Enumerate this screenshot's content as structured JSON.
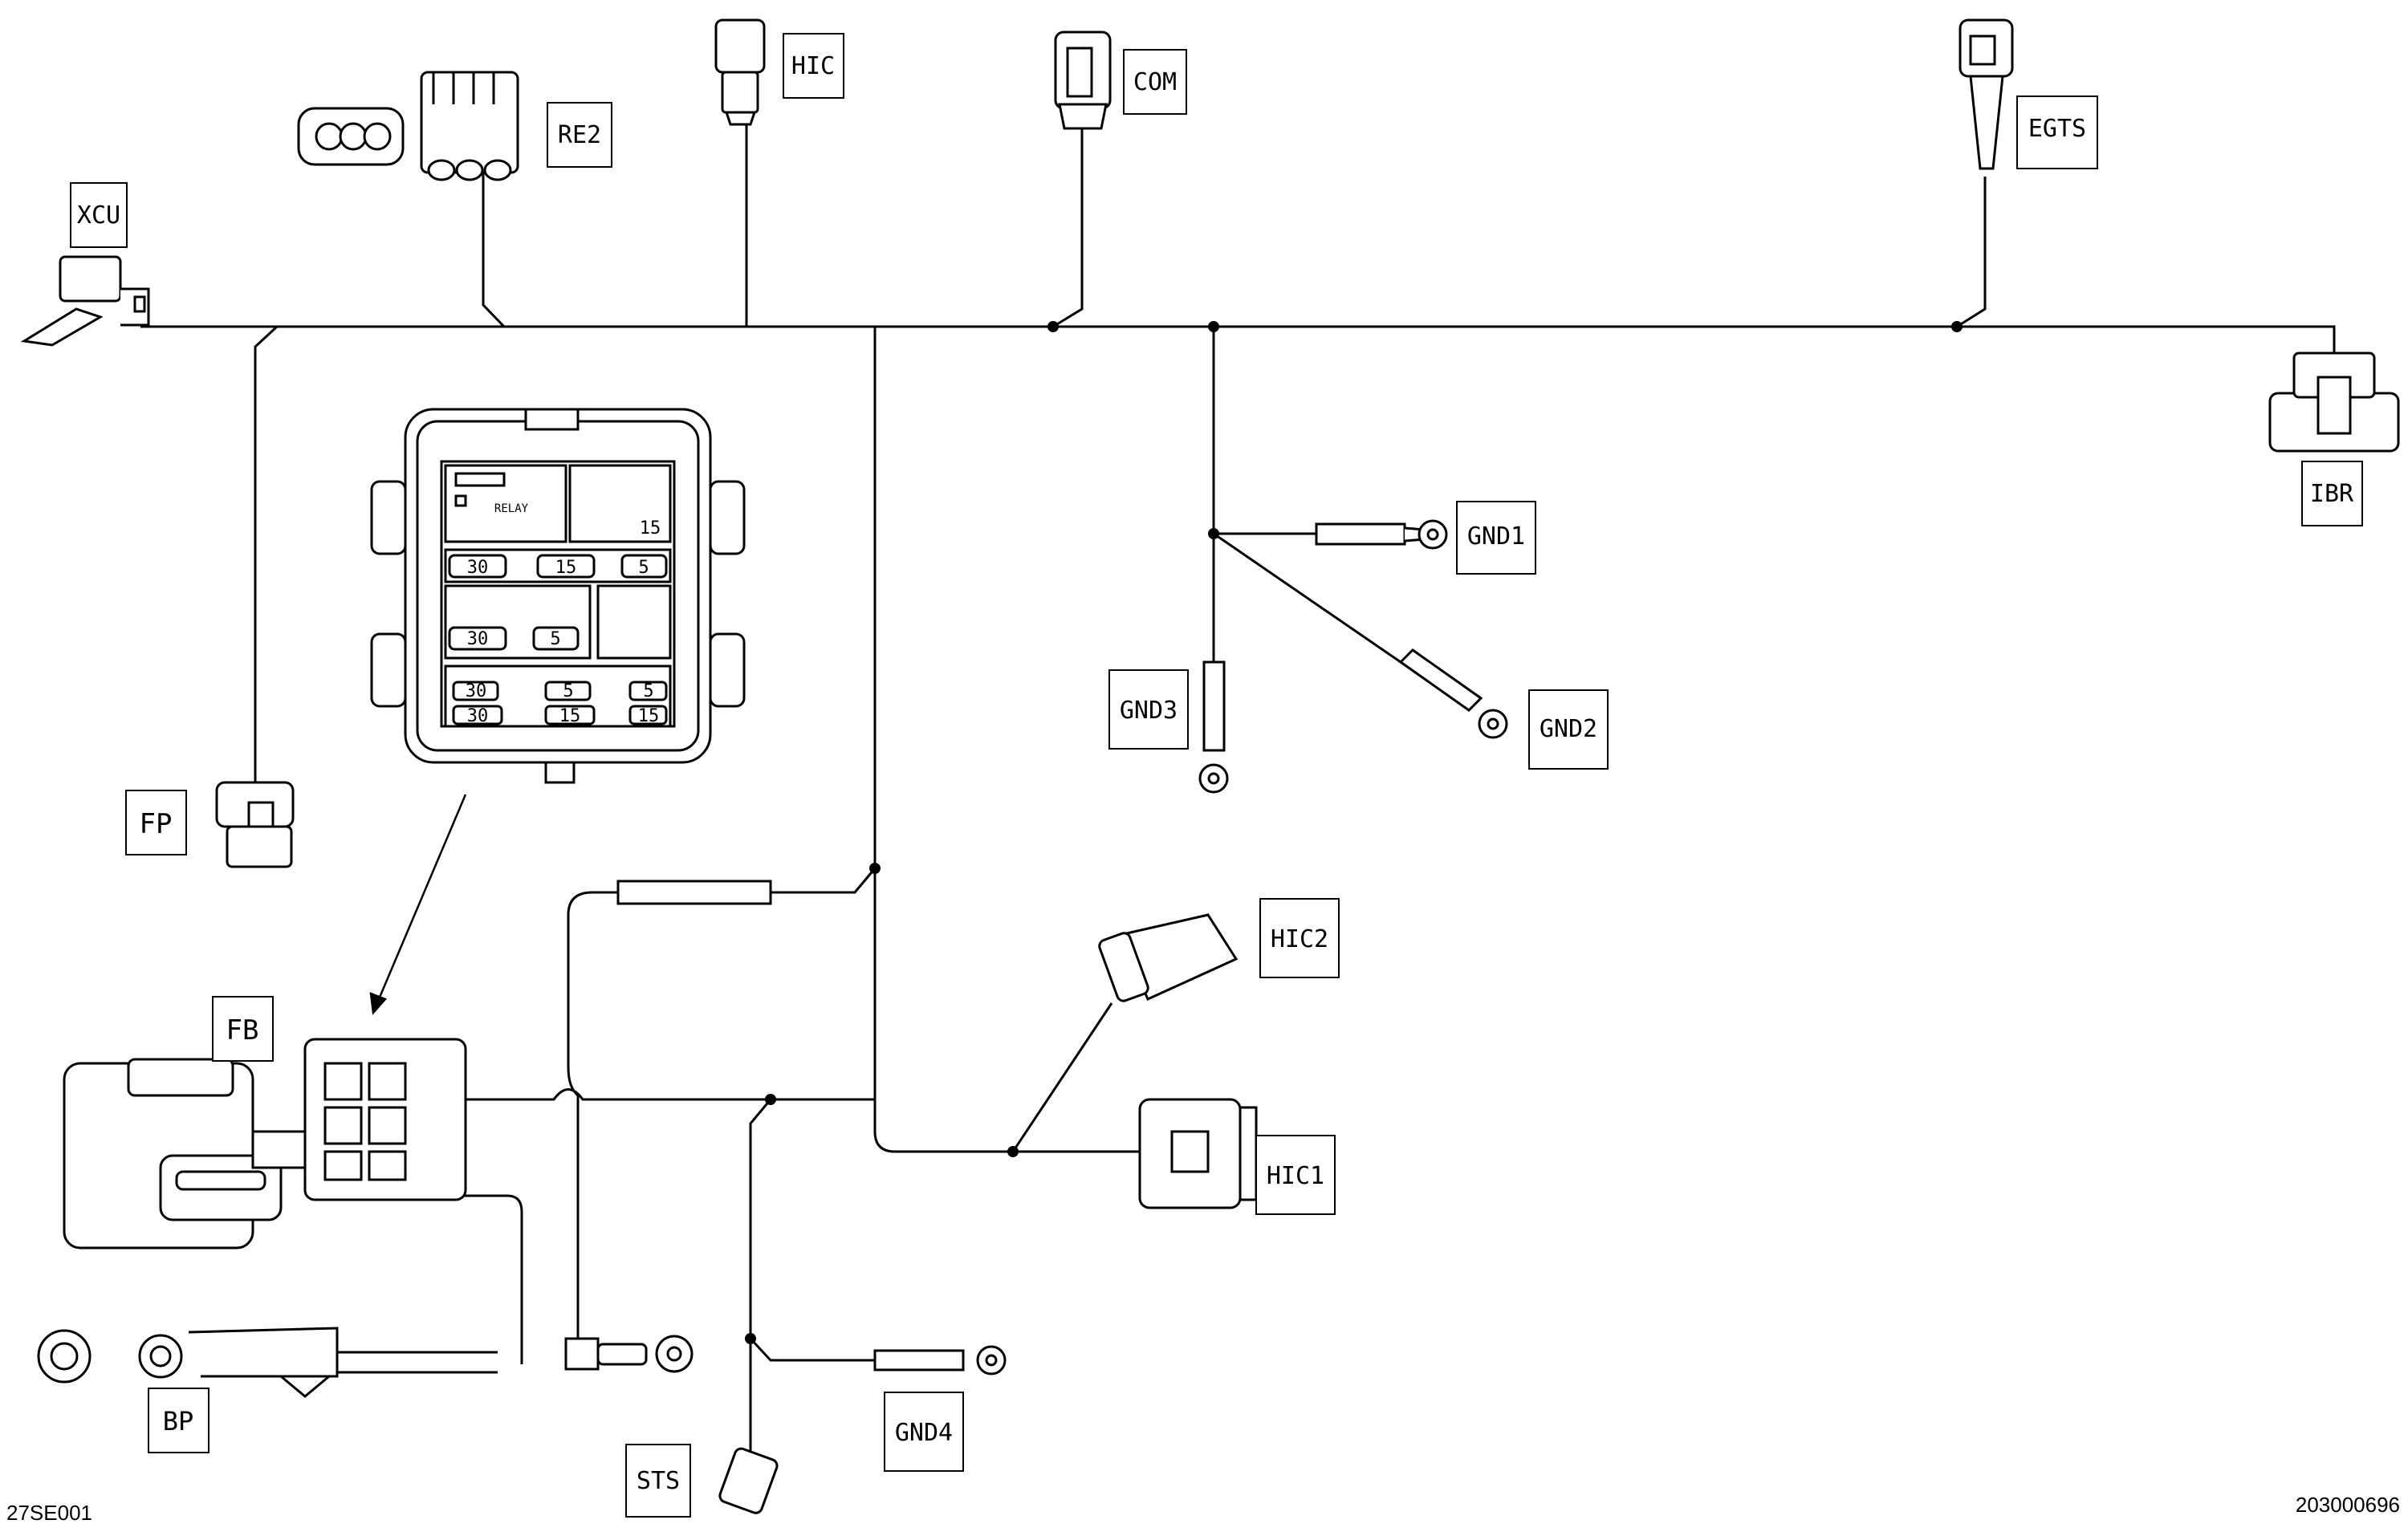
{
  "labels": {
    "xcu": "XCU",
    "re2": "RE2",
    "hic": "HIC",
    "com": "COM",
    "egts": "EGTS",
    "ibr": "IBR",
    "gnd1": "GND1",
    "gnd2": "GND2",
    "gnd3": "GND3",
    "fp": "FP",
    "fb": "FB",
    "hic2": "HIC2",
    "hic1": "HIC1",
    "bp": "BP",
    "gnd4": "GND4",
    "sts": "STS"
  },
  "fusebox": {
    "relay": "RELAY",
    "fuse_30": "30",
    "fuse_15": "15",
    "fuse_5": "5"
  },
  "footer": {
    "left_code": "27SE001",
    "right_code": "203000696"
  }
}
